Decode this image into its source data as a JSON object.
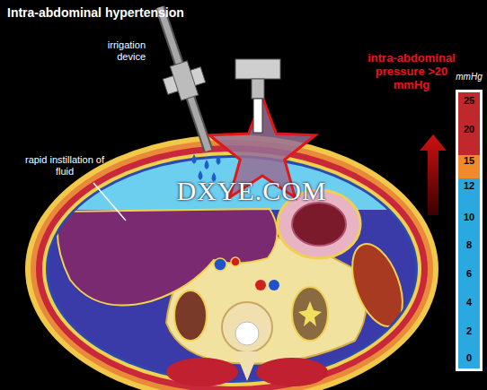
{
  "diagram": {
    "title": "Intra-abdominal hypertension",
    "labels": [
      "irrigation device",
      "rapid instillation of fluid",
      "intra-abdominal pressure >20 mmHg",
      "mmHg",
      "25",
      "20",
      "15",
      "12",
      "10",
      "8",
      "6",
      "4",
      "2",
      "0",
      "DXYE.COM"
    ]
  }
}
